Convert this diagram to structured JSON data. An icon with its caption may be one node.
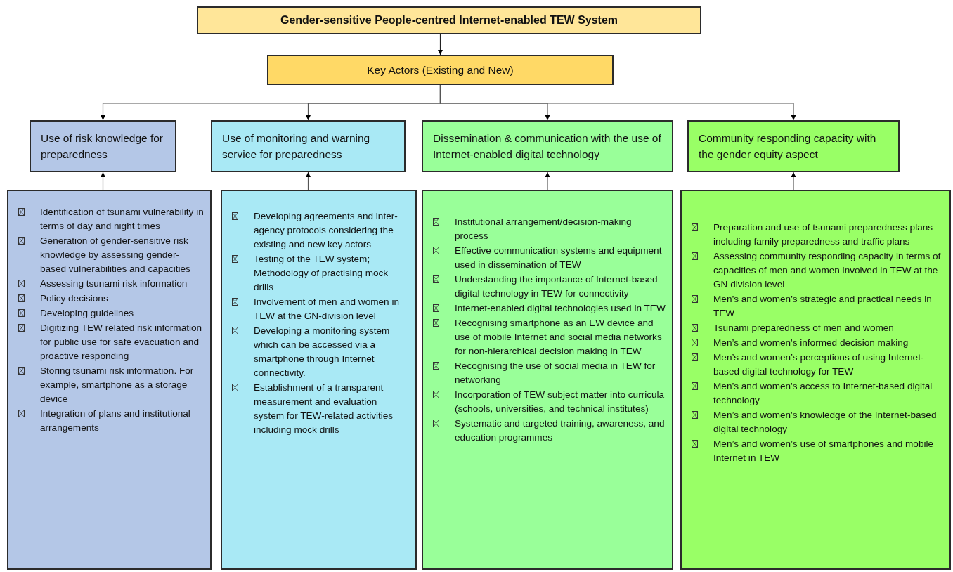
{
  "diagram": {
    "nodes": [
      {
        "text": [
          "Gender-sensitive People-centred Internet-enabled TEW System"
        ]
      },
      {
        "text": [
          "Key Actors (Existing and New)"
        ]
      },
      {
        "text": [
          "Use of risk knowledge for preparedness"
        ]
      },
      {
        "text": [
          "Use of monitoring and warning service for preparedness"
        ]
      },
      {
        "text": [
          "Dissemination & communication with the use of Internet-enabled digital technology"
        ]
      },
      {
        "text": [
          "Community responding capacity with the gender equity aspect"
        ]
      },
      {
        "text": [
          "Identification of tsunami vulnerability in terms of day and night times",
          "Generation of gender-sensitive risk knowledge by assessing gender-based vulnerabilities and capacities",
          "Assessing tsunami risk information",
          "Policy decisions",
          "Developing guidelines",
          "Digitizing TEW related risk information for public use for safe evacuation and proactive responding",
          "Storing tsunami risk information. For example, smartphone as a storage device",
          "Integration of plans and institutional arrangements"
        ]
      },
      {
        "text": [
          "Developing agreements and inter-agency protocols considering the existing and new key actors",
          "Testing of the TEW system; Methodology of practising mock drills",
          "Involvement of men and women in TEW at the GN-division level",
          "Developing a monitoring system which can be accessed via a smartphone through Internet connectivity.",
          "Establishment of a transparent measurement and evaluation system for TEW-related activities including mock drills"
        ]
      },
      {
        "text": [
          "Institutional arrangement/decision-making process",
          "Effective communication systems and equipment used in dissemination of TEW",
          "Understanding the importance of Internet-based digital technology in TEW for connectivity",
          "Internet-enabled digital technologies used in TEW",
          "Recognising smartphone as an EW device and use of mobile Internet and social media networks for non-hierarchical decision making in TEW",
          "Recognising the use of social media in TEW for networking",
          "Incorporation of TEW subject matter into curricula (schools, universities, and technical institutes)",
          "Systematic and targeted training, awareness, and education programmes"
        ]
      },
      {
        "text": [
          "Preparation and use of tsunami preparedness plans including family preparedness and traffic plans",
          "Assessing community responding capacity in terms of capacities of men and women involved in TEW at the GN division level",
          "Men’s and women’s strategic and practical needs in TEW",
          "Tsunami preparedness of men and women",
          "Men’s and women's informed decision making",
          "Men’s and women’s perceptions of using Internet-based digital technology for TEW",
          "Men’s and women's access to Internet-based digital technology",
          "Men’s and women's knowledge of the Internet-based digital technology",
          "Men’s and women’s use of smartphones and mobile Internet in TEW"
        ]
      }
    ],
    "edges": [
      {
        "from": 0,
        "to": 1,
        "arrow": "to"
      },
      {
        "from": 1,
        "to": 2,
        "arrow": "to"
      },
      {
        "from": 1,
        "to": 3,
        "arrow": "to"
      },
      {
        "from": 1,
        "to": 4,
        "arrow": "to"
      },
      {
        "from": 1,
        "to": 5,
        "arrow": "to"
      },
      {
        "from": 6,
        "to": 2,
        "arrow": "to"
      },
      {
        "from": 7,
        "to": 3,
        "arrow": "to"
      },
      {
        "from": 8,
        "to": 4,
        "arrow": "to"
      },
      {
        "from": 9,
        "to": 5,
        "arrow": "to"
      }
    ]
  }
}
